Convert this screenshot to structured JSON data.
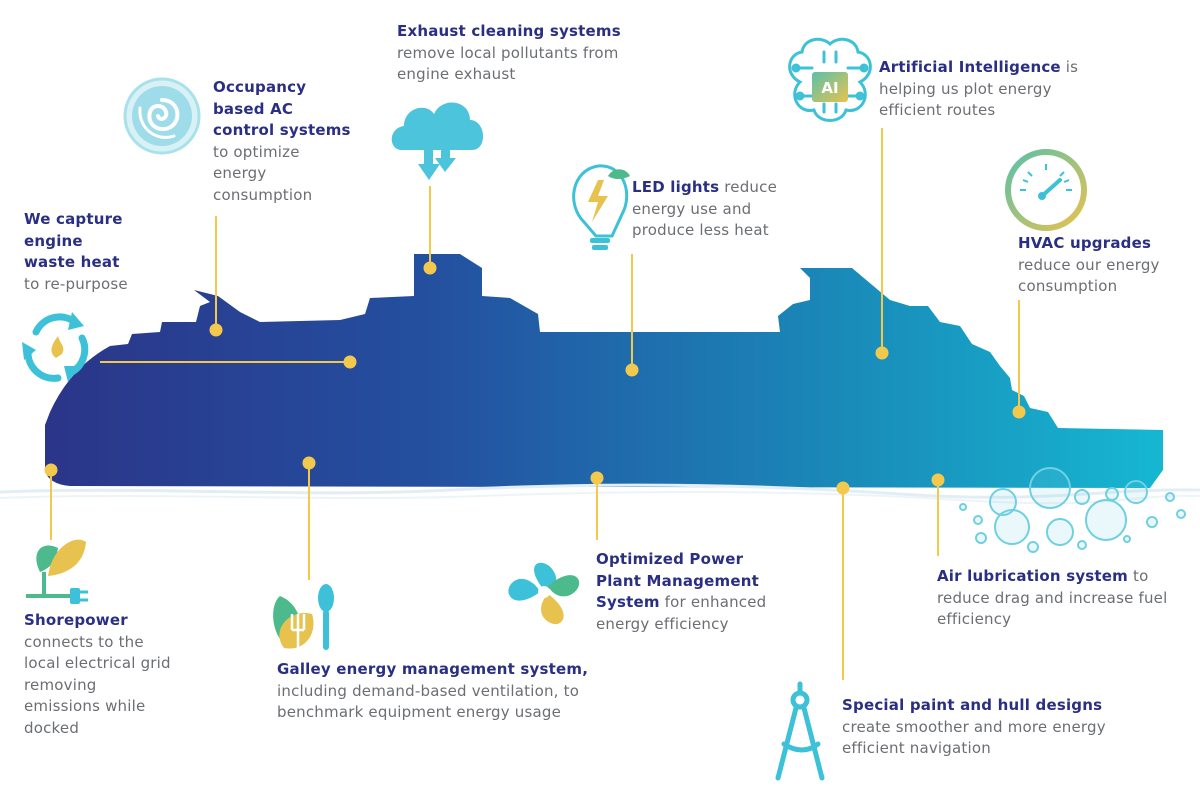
{
  "colors": {
    "navy": "#2a2f83",
    "teal": "#17b3cc",
    "gray_text": "#6b6e73",
    "connector_yellow": "#f2c94c",
    "icon_green": "#4cba8c",
    "icon_cyan": "#3fc1da"
  },
  "callouts": {
    "waste_heat": {
      "title": "We capture engine waste heat",
      "body": "to re-purpose"
    },
    "occupancy_ac": {
      "title": "Occupancy based AC control systems",
      "body": "to optimize energy consumption"
    },
    "exhaust": {
      "title": "Exhaust cleaning systems",
      "body": "remove local pollutants from engine exhaust"
    },
    "led": {
      "title": "LED lights",
      "body": "reduce energy use and produce less heat"
    },
    "ai": {
      "title": "Artificial Intelligence",
      "body": "is helping us plot energy efficient routes"
    },
    "hvac": {
      "title": "HVAC upgrades",
      "body": "reduce our energy consumption"
    },
    "shorepower": {
      "title": "Shorepower",
      "body": "connects to the local electrical grid removing emissions while docked"
    },
    "galley": {
      "title": "Galley energy management system,",
      "body": "including demand-based ventilation, to benchmark equipment energy usage"
    },
    "power_plant": {
      "title": "Optimized Power Plant Management System",
      "body": "for enhanced energy efficiency"
    },
    "air_lubrication": {
      "title": "Air lubrication system",
      "body": "to reduce drag and increase fuel efficiency"
    },
    "paint_hull": {
      "title": "Special paint and hull designs",
      "body": "create smoother and more energy efficient navigation"
    }
  },
  "icons": {
    "ai_chip_text": "AI",
    "names": [
      "recycle-flame-icon",
      "swirl-fan-icon",
      "cloud-arrows-icon",
      "lightbulb-icon",
      "ai-brain-icon",
      "gauge-icon",
      "plant-plug-icon",
      "leaf-utensils-icon",
      "propeller-icon",
      "bubbles-icon",
      "compass-icon"
    ]
  }
}
